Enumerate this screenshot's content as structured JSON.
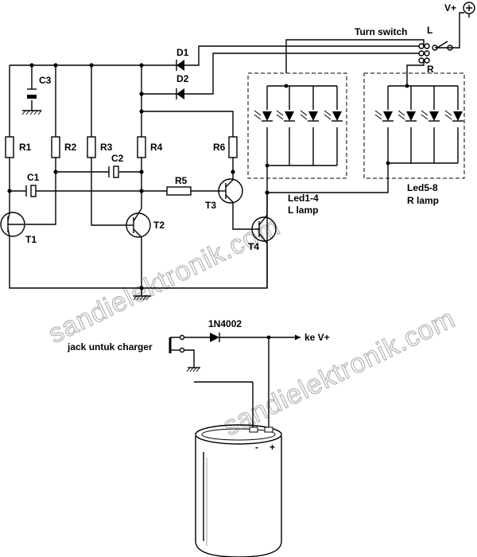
{
  "watermark": "sandielektronik.com",
  "labels": {
    "v_plus": "V+",
    "turn_switch": "Turn switch",
    "switch_left": "L",
    "switch_right": "R",
    "d1": "D1",
    "d2": "D2",
    "c3": "C3",
    "r1": "R1",
    "r2": "R2",
    "r3": "R3",
    "r4": "R4",
    "r5": "R5",
    "r6": "R6",
    "c1": "C1",
    "c2": "C2",
    "t1": "T1",
    "t2": "T2",
    "t3": "T3",
    "t4": "T4",
    "led_left_1": "Led1-4",
    "led_left_2": "L lamp",
    "led_right_1": "Led5-8",
    "led_right_2": "R lamp",
    "diode_charger": "1N4002",
    "charger_jack": "jack untuk charger",
    "to_vplus": "ke V+",
    "battery_minus": "-",
    "battery_plus": "+"
  }
}
